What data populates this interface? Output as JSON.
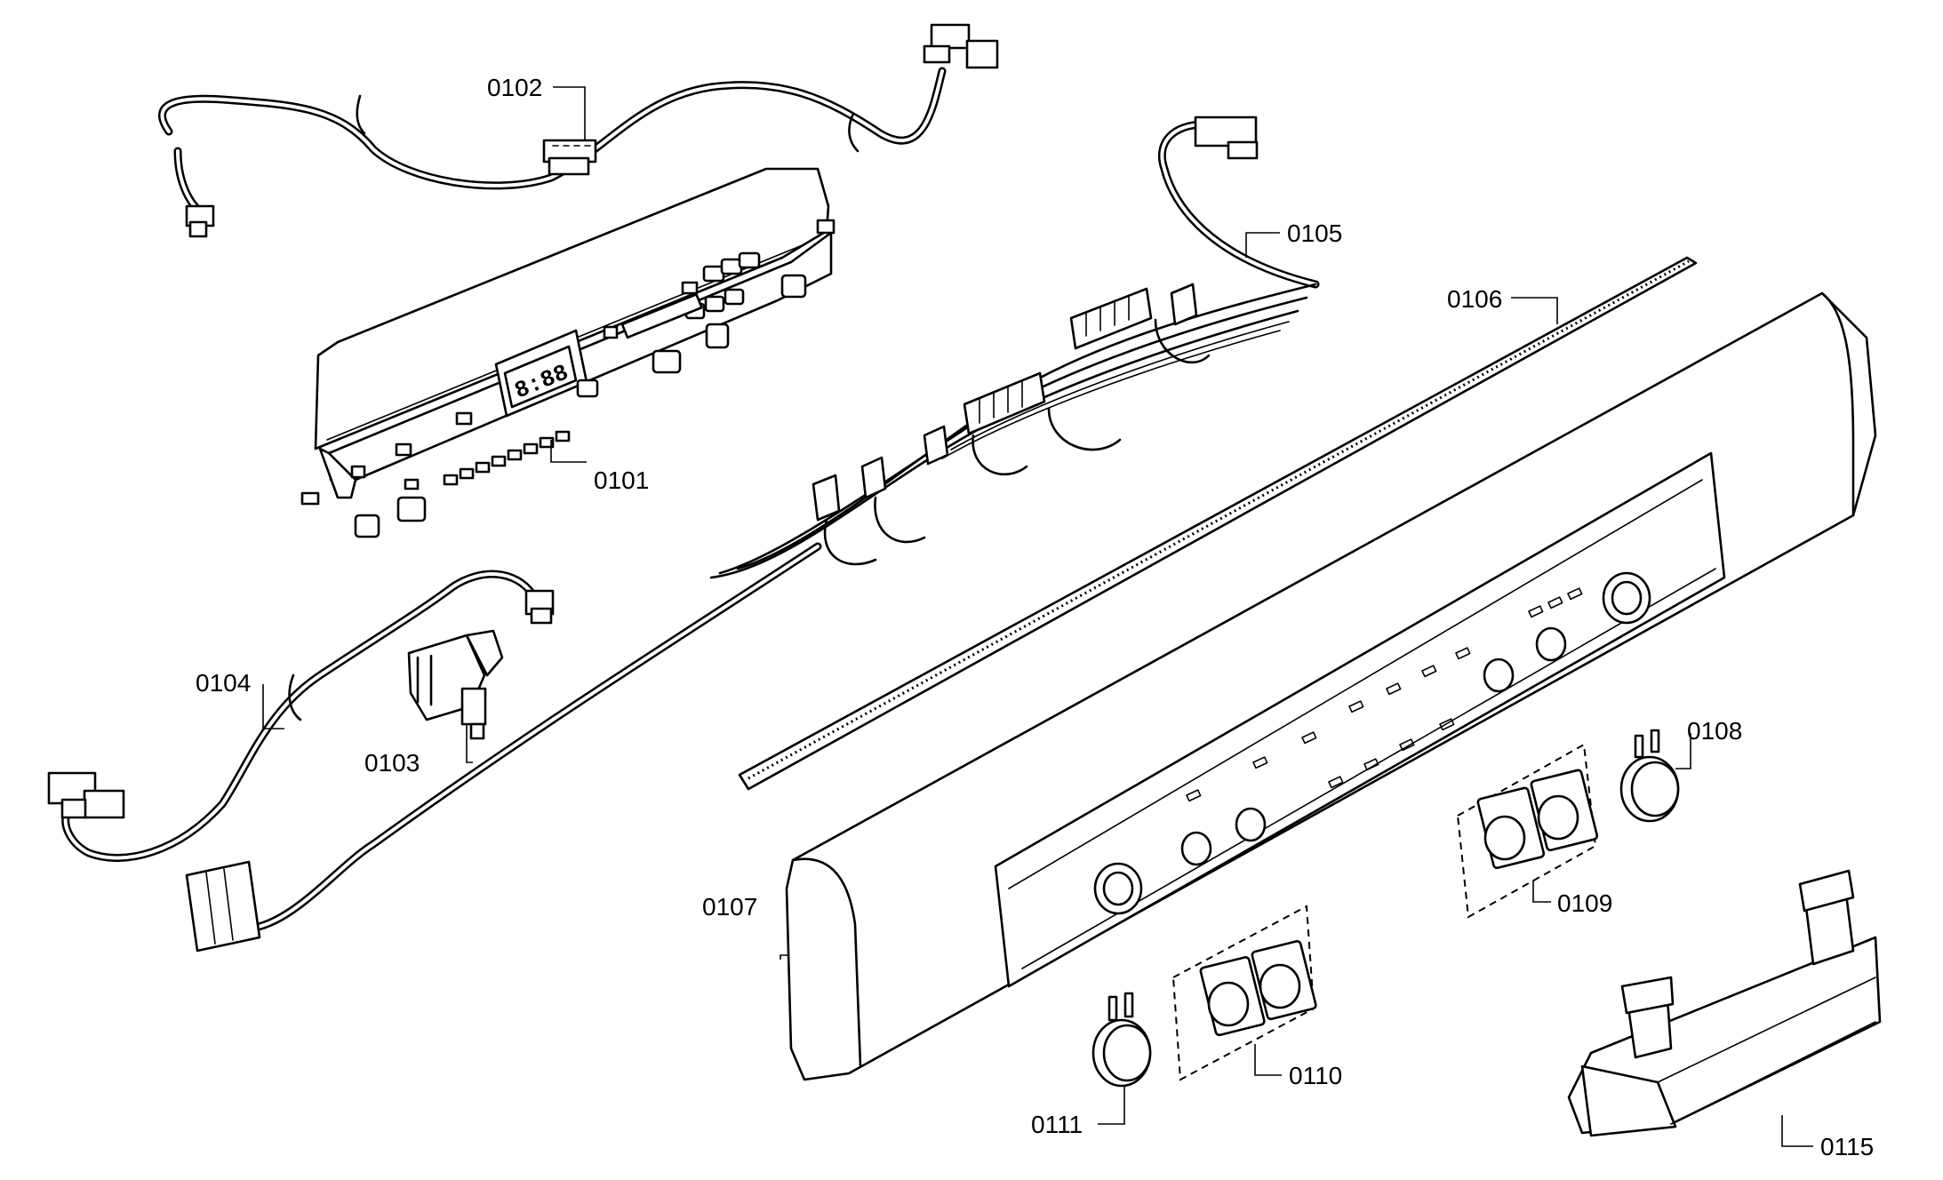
{
  "labels": {
    "p0101": "0101",
    "p0102": "0102",
    "p0103": "0103",
    "p0104": "0104",
    "p0105": "0105",
    "p0106": "0106",
    "p0107": "0107",
    "p0108": "0108",
    "p0109": "0109",
    "p0110": "0110",
    "p0111": "0111",
    "p0115": "0115"
  },
  "display_readout": "8:88",
  "colors": {
    "ink": "#000000",
    "paper": "#ffffff"
  }
}
